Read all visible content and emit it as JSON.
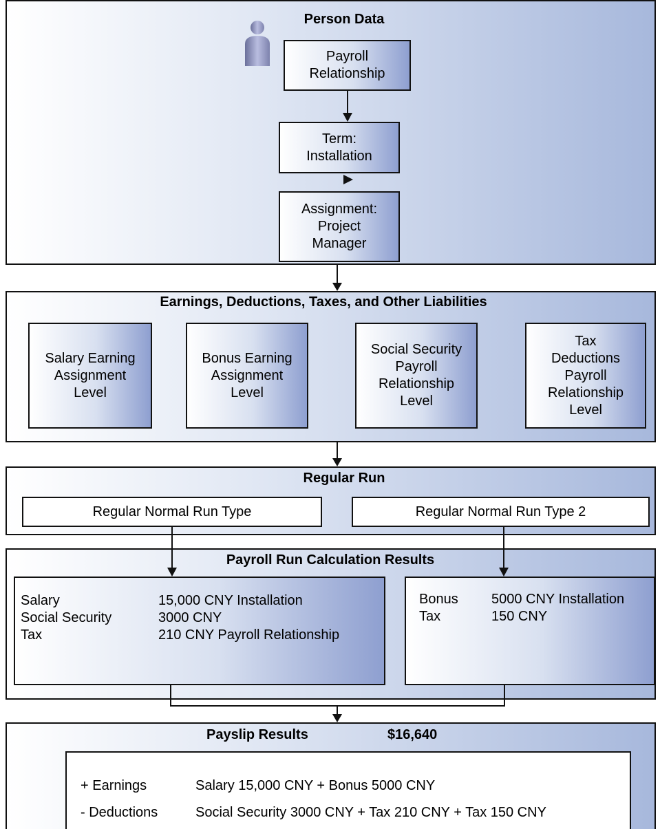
{
  "person_data": {
    "title": "Person Data",
    "payroll_relationship": "Payroll\nRelationship",
    "term": "Term:\nInstallation",
    "assignment": "Assignment:\nProject\nManager"
  },
  "earnings": {
    "title": "Earnings, Deductions, Taxes, and Other Liabilities",
    "boxes": [
      "Salary Earning\nAssignment\nLevel",
      "Bonus Earning\nAssignment\nLevel",
      "Social Security\nPayroll\nRelationship\nLevel",
      "Tax\nDeductions\nPayroll\nRelationship\nLevel"
    ]
  },
  "regular_run": {
    "title": "Regular Run",
    "run_type_1": "Regular Normal Run Type",
    "run_type_2": "Regular Normal Run Type 2"
  },
  "calc_results": {
    "title": "Payroll Run Calculation Results",
    "left": {
      "labels": "Salary\nSocial Security\nTax",
      "values": "15,000 CNY Installation\n3000 CNY\n210 CNY Payroll Relationship"
    },
    "right": {
      "labels": "Bonus\nTax",
      "values": "5000 CNY Installation\n150 CNY"
    }
  },
  "payslip": {
    "title": "Payslip  Results",
    "total": "$16,640",
    "earnings_label": "+ Earnings",
    "earnings_value": "Salary 15,000 CNY + Bonus 5000 CNY",
    "deductions_label": "-  Deductions",
    "deductions_value": "Social Security 3000 CNY + Tax 210 CNY + Tax 150 CNY"
  },
  "icons": {
    "person": "person-icon"
  }
}
